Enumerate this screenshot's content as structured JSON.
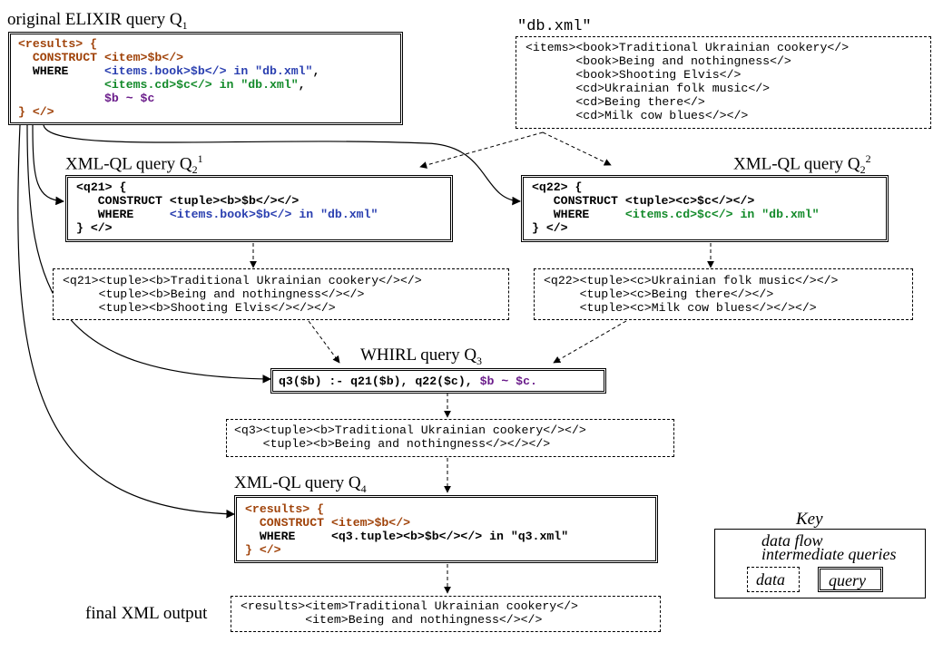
{
  "labels": {
    "q1": {
      "text": "original ELIXIR query Q",
      "sub": "1",
      "sup": ""
    },
    "dbxml": {
      "text": "\"db.xml\""
    },
    "q21": {
      "text": "XML-QL query Q",
      "sub": "2",
      "sup": "1"
    },
    "q22": {
      "text": "XML-QL query Q",
      "sub": "2",
      "sup": "2"
    },
    "q3": {
      "text": "WHIRL query Q",
      "sub": "3",
      "sup": ""
    },
    "q4": {
      "text": "XML-QL query Q",
      "sub": "4",
      "sup": ""
    },
    "final": {
      "text": "final XML output"
    }
  },
  "q1_box": {
    "l1a": "<results> {",
    "l2a": "  CONSTRUCT ",
    "l2b": "<item>$b</>",
    "l3a": "  WHERE     ",
    "l3b": "<items.book>$b</> in \"db.xml\"",
    "l3c": ",",
    "l4a": "            ",
    "l4b": "<items.cd>$c</> in \"db.xml\"",
    "l4c": ",",
    "l5a": "            ",
    "l5b": "$b ~ $c",
    "l6a": "} </>"
  },
  "db_box": {
    "lines": [
      "<items><book>Traditional Ukrainian cookery</>",
      "       <book>Being and nothingness</>",
      "       <book>Shooting Elvis</>",
      "       <cd>Ukrainian folk music</>",
      "       <cd>Being there</>",
      "       <cd>Milk cow blues</></>"
    ]
  },
  "q21_box": {
    "l1": "<q21> {",
    "l2a": "   CONSTRUCT ",
    "l2b": "<tuple><b>$b</></>",
    "l3a": "   WHERE     ",
    "l3b": "<items.book>$b</> in \"db.xml\"",
    "l4": "} </>"
  },
  "q22_box": {
    "l1": "<q22> {",
    "l2a": "   CONSTRUCT ",
    "l2b": "<tuple><c>$c</></>",
    "l3a": "   WHERE     ",
    "l3b": "<items.cd>$c</> in \"db.xml\"",
    "l4": "} </>"
  },
  "q21_out": {
    "lines": [
      "<q21><tuple><b>Traditional Ukrainian cookery</></>",
      "     <tuple><b>Being and nothingness</></>",
      "     <tuple><b>Shooting Elvis</></></>"
    ]
  },
  "q22_out": {
    "lines": [
      "<q22><tuple><c>Ukrainian folk music</></>",
      "     <tuple><c>Being there</></>",
      "     <tuple><c>Milk cow blues</></></>"
    ]
  },
  "q3_box": {
    "a": "q3($b) :- q21($b), q22($c), ",
    "b": "$b ~ $c."
  },
  "q3_out": {
    "lines": [
      "<q3><tuple><b>Traditional Ukrainian cookery</></>",
      "    <tuple><b>Being and nothingness</></></>"
    ]
  },
  "q4_box": {
    "l1a": "<results> {",
    "l2a": "  CONSTRUCT ",
    "l2b": "<item>$b</>",
    "l3a": "  WHERE     ",
    "l3b": "<q3.tuple><b>$b</></> in \"q3.xml\"",
    "l4a": "} </>"
  },
  "final_out": {
    "lines": [
      "<results><item>Traditional Ukrainian cookery</>",
      "         <item>Being and nothingness</></>"
    ]
  },
  "key": {
    "title": "Key",
    "data_flow": "data flow",
    "intermediate": "intermediate queries",
    "data": "data",
    "query": "query"
  },
  "colors": {
    "keyword": "#a0430a",
    "book": "#2a3fb0",
    "cd": "#138a2a",
    "similarity": "#6a1b8a"
  }
}
